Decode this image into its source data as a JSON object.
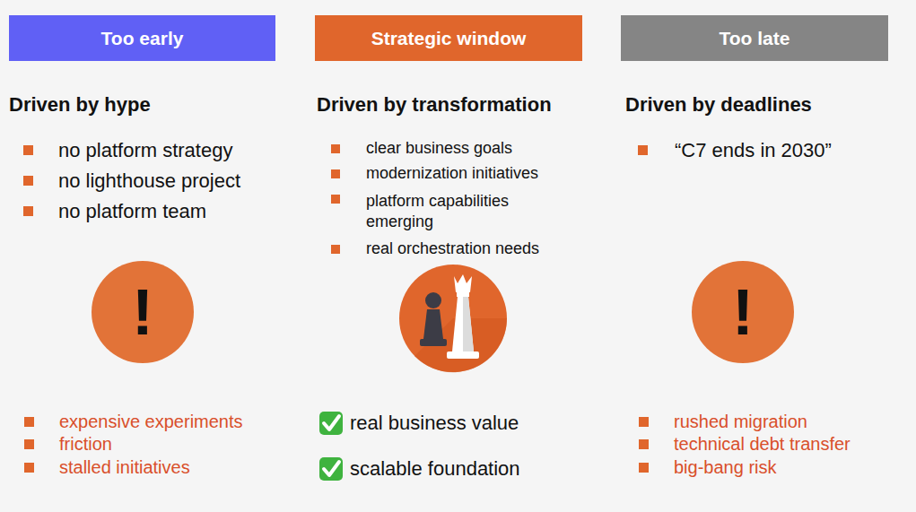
{
  "diagram": {
    "nodes": [
      {
        "text": [
          "Too early"
        ]
      },
      {
        "text": [
          "Strategic window"
        ]
      },
      {
        "text": [
          "Too late"
        ]
      },
      {
        "text": [
          "!"
        ]
      },
      {
        "text": [
          "!"
        ]
      }
    ],
    "labels": [
      "Driven by hype",
      "no platform strategy",
      "no lighthouse project",
      "no platform team",
      "expensive experiments",
      "friction",
      "stalled initiatives",
      "Driven by transformation",
      "clear business goals",
      "modernization initiatives",
      "platform capabilities emerging",
      "real orchestration needs",
      "real business value",
      "scalable foundation",
      "Driven by deadlines",
      "“C7 ends in 2030”",
      "rushed migration",
      "technical debt transfer",
      "big-bang risk"
    ]
  }
}
